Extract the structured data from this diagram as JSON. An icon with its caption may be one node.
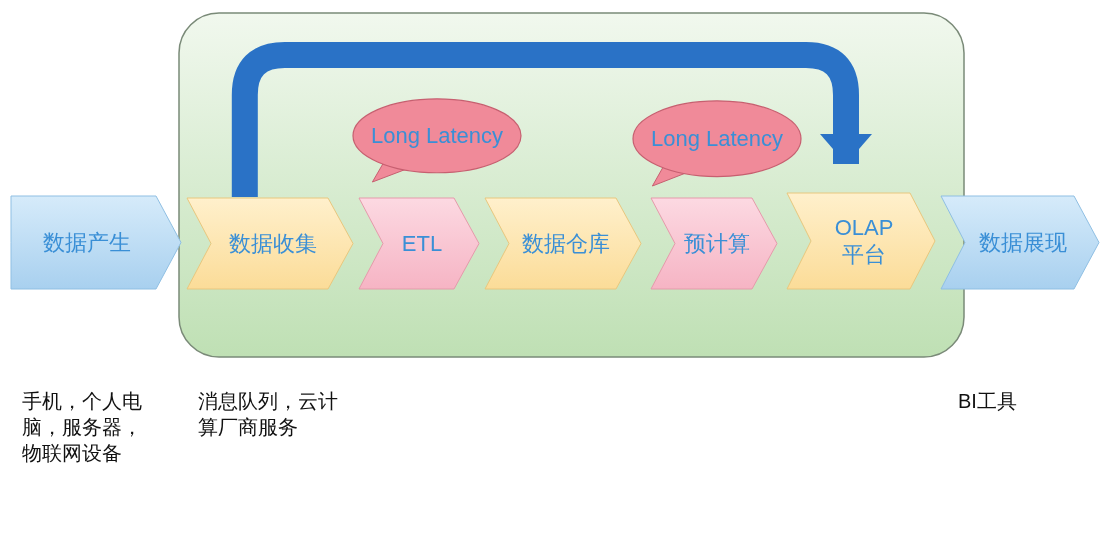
{
  "diagram": {
    "nodes": [
      {
        "text": [],
        "shape": "box"
      },
      {
        "text": [
          "数据产生"
        ]
      },
      {
        "text": [
          "数据收集"
        ],
        "in": 0
      },
      {
        "text": [
          "ETL"
        ],
        "in": 0
      },
      {
        "text": [
          "数据仓库"
        ],
        "in": 0
      },
      {
        "text": [
          "预计算"
        ],
        "in": 0
      },
      {
        "text": [
          "OLAP 平台"
        ],
        "in": 0
      },
      {
        "text": [
          "数据展现"
        ]
      },
      {
        "text": [
          "Long Latency"
        ],
        "in": 0
      },
      {
        "text": [
          "Long Latency"
        ],
        "in": 0
      }
    ],
    "edges": [
      {
        "from": 2,
        "to": 6,
        "arrow": "to",
        "color": "#2a72c6"
      }
    ],
    "labels": [
      "手机，个人电脑，服务器，物联网设备",
      "消息队列，云计算厂商服务",
      "BI工具"
    ]
  }
}
